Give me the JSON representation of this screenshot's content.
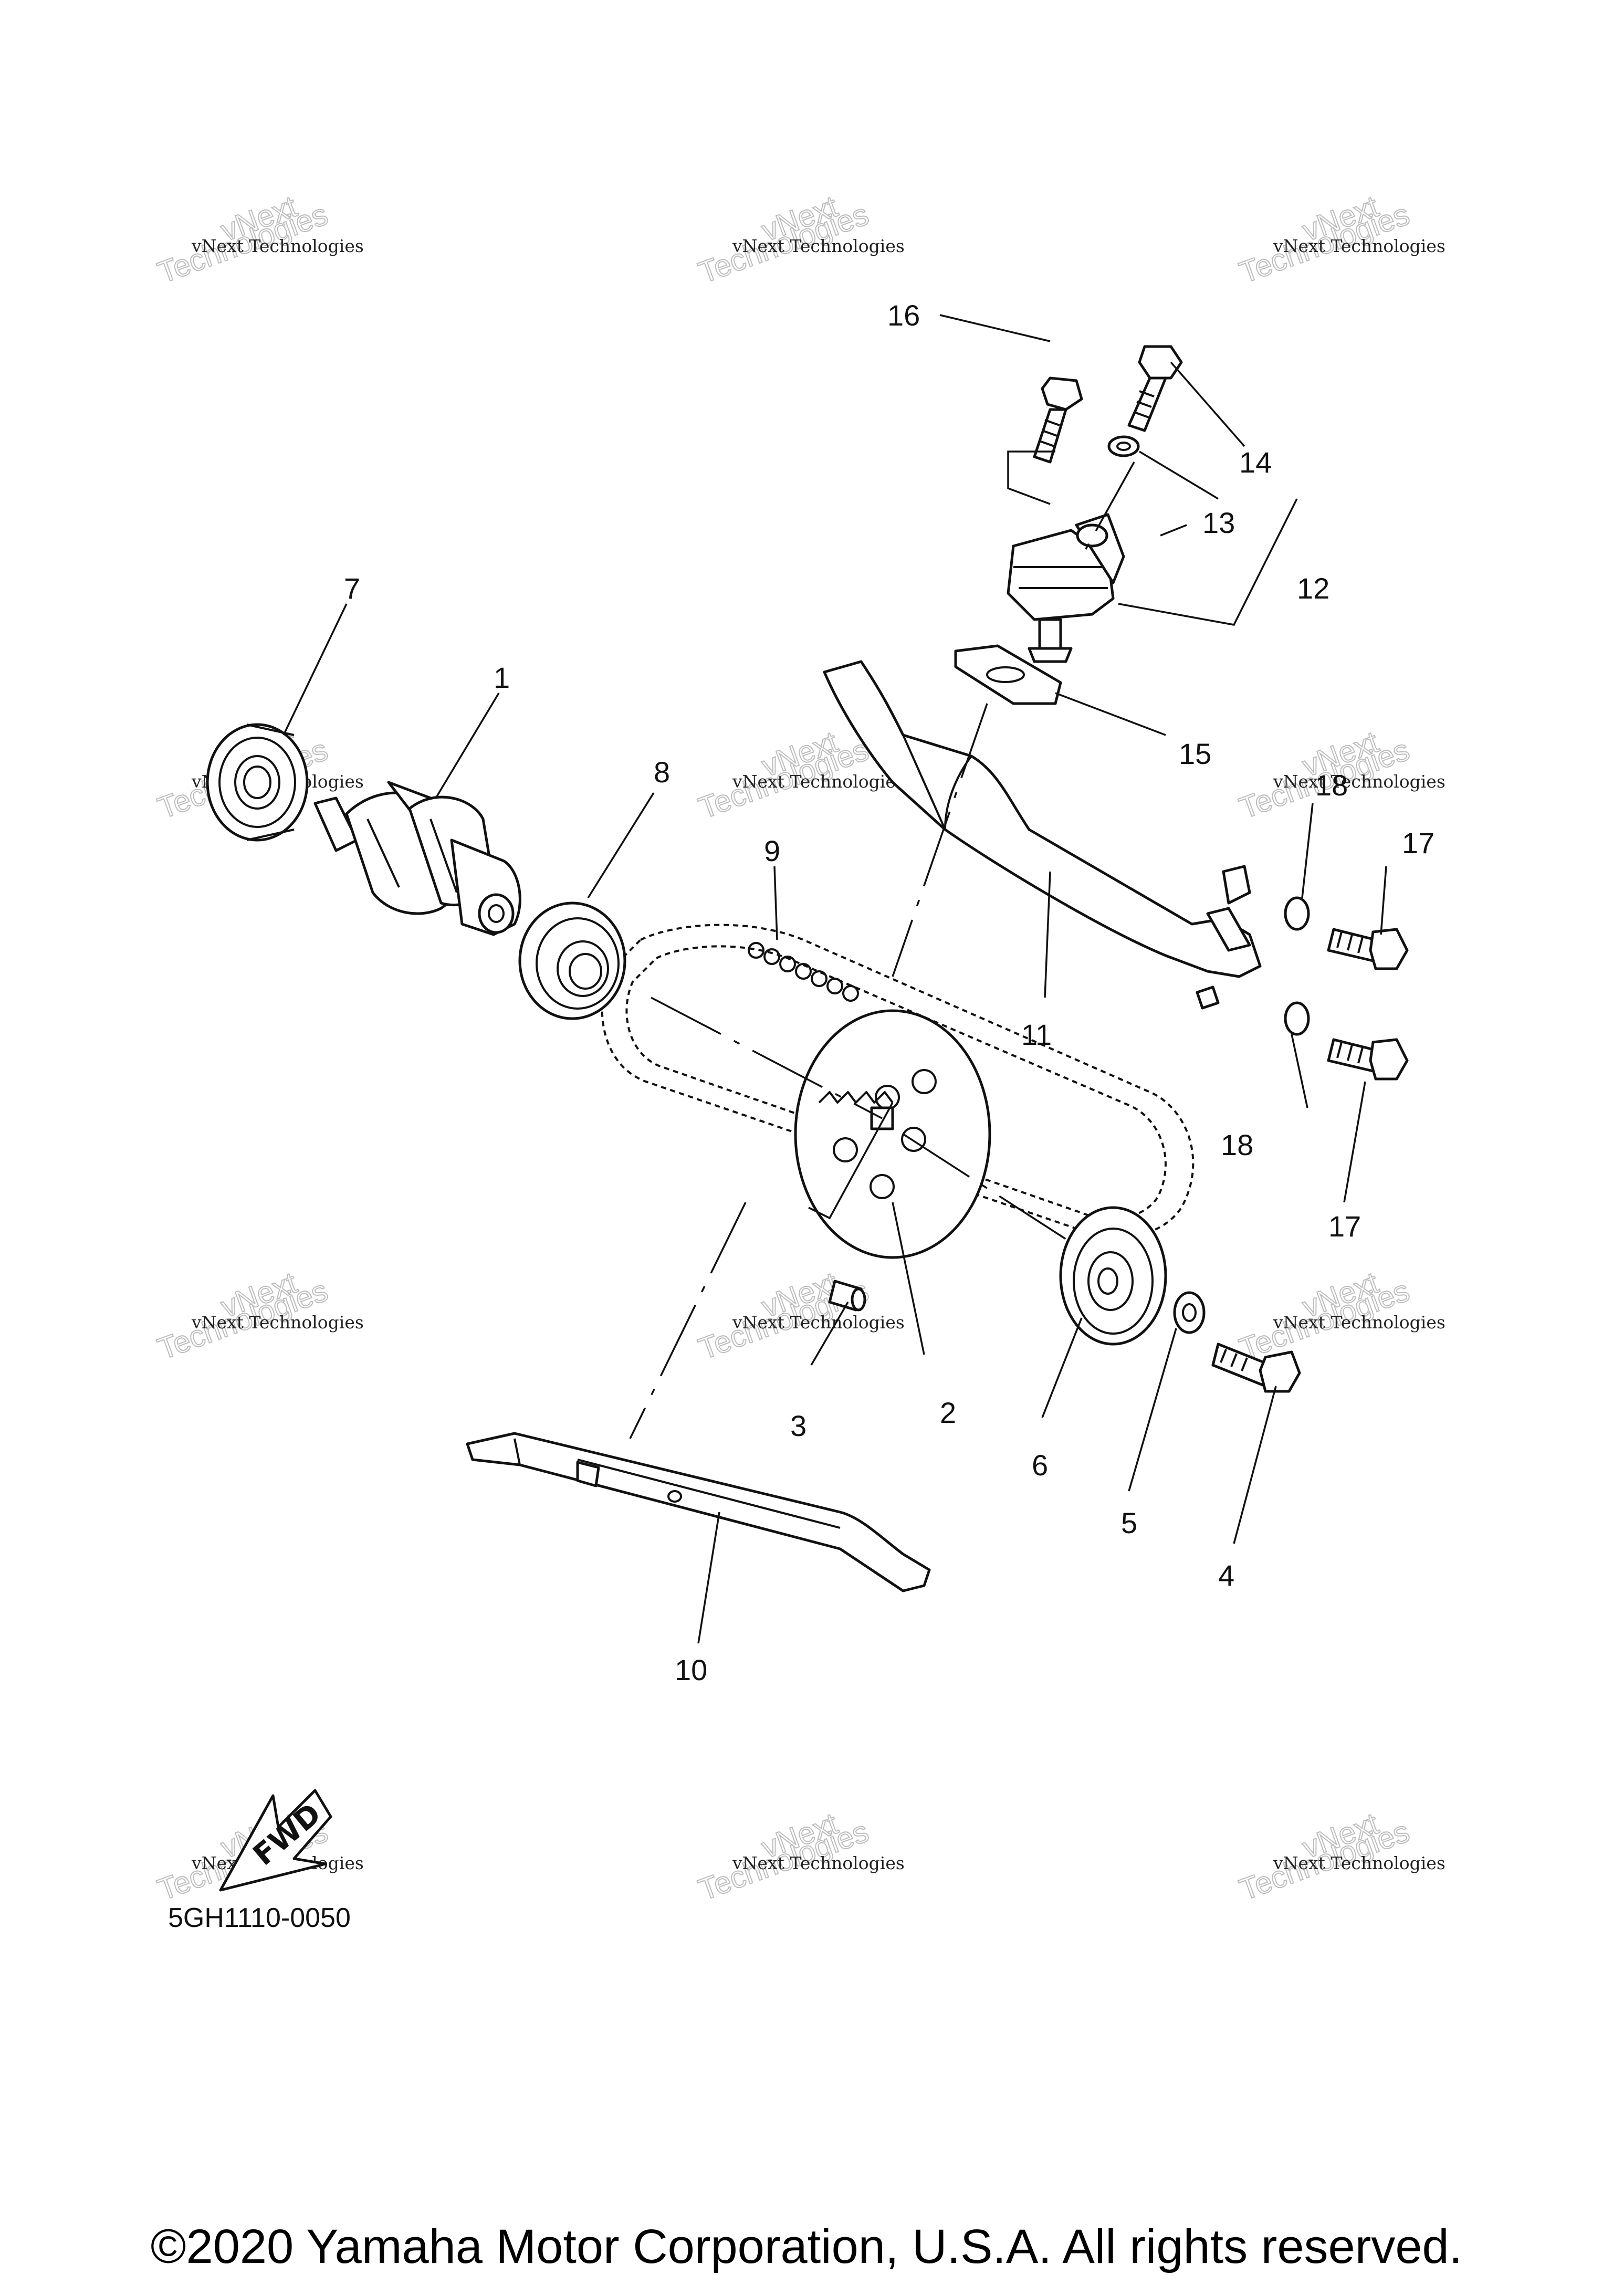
{
  "diagram": {
    "code": "5GH1110-0050",
    "copyright": "©2020 Yamaha Motor Corporation, U.S.A. All rights reserved.",
    "fwd_label": "FWD",
    "watermark": {
      "line1": "vNext Technologies",
      "line2": "vNext",
      "line3": "Technologies"
    },
    "callouts": [
      "1",
      "2",
      "3",
      "4",
      "5",
      "6",
      "7",
      "8",
      "9",
      "10",
      "11",
      "12",
      "13",
      "14",
      "15",
      "16",
      "17",
      "17",
      "18",
      "18"
    ]
  }
}
